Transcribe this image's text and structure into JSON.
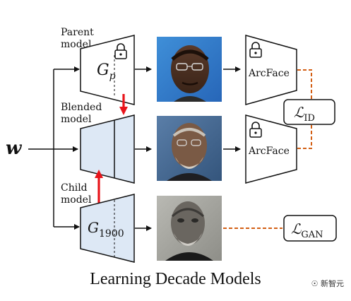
{
  "diagram": {
    "input_label": "w",
    "parent": {
      "label": "Parent\nmodel",
      "generator_main": "G",
      "generator_sub": "p",
      "locked": true
    },
    "blended": {
      "label": "Blended\nmodel"
    },
    "child": {
      "label": "Child\nmodel",
      "generator_main": "G",
      "generator_sub": "1900"
    },
    "arcface_label": "ArcFace",
    "loss_id": {
      "main": "ℒ",
      "sub": "ID"
    },
    "loss_gan": {
      "main": "ℒ",
      "sub": "GAN"
    },
    "colors": {
      "blend_arrow": "#e8141b",
      "loss_link": "#d35f14",
      "generator_fill": "#dde8f5",
      "stroke": "#111111"
    },
    "face_images": [
      "photo-face-modern-man",
      "photo-face-blended-portrait",
      "photo-face-1900s-portrait"
    ]
  },
  "caption": "Learning Decade Models",
  "watermark": "新智元"
}
